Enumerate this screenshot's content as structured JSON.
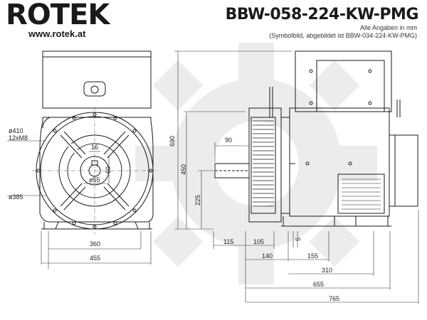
{
  "header": {
    "brand": "ROTEK",
    "url": "www.rotek.at",
    "model": "BBW-058-224-KW-PMG",
    "note_units": "Alle Angaben in mm",
    "note_symbol": "(Symbolbild, abgebildet ist BBW-034-224-KW-PMG)"
  },
  "dimensions": {
    "d410": "ø410",
    "bolts": "12xM8",
    "d385": "ø385",
    "d16": "16",
    "d60": "60",
    "d55": "ø55",
    "w360": "360",
    "w455": "455",
    "h690": "690",
    "h450": "450",
    "h225": "225",
    "w90": "90",
    "w115": "115",
    "w105": "105",
    "w140": "140",
    "w155": "155",
    "w5": "5",
    "w310": "310",
    "w655": "655",
    "w765": "765"
  },
  "colors": {
    "line": "#1a1a1a",
    "dim": "#333333",
    "watermark": "#e9e9e9"
  }
}
